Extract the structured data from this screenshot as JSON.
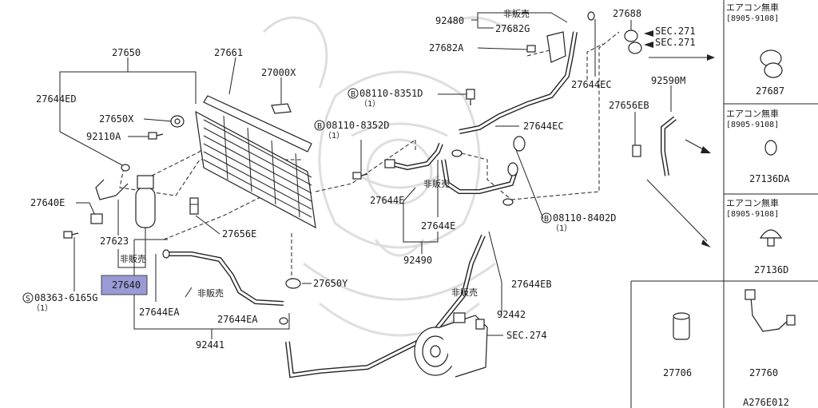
{
  "labels": {
    "l27650": "27650",
    "l27661": "27661",
    "l27000x": "27000X",
    "l27644ed": "27644ED",
    "l27650x": "27650X",
    "l92110a": "92110A",
    "l27640e": "27640E",
    "l27623": "27623",
    "nohanbai1": "非販売",
    "l27640": "27640",
    "s08363a": "08363-6165G",
    "s08363b": "（1）",
    "l27656e": "27656E",
    "l27644ea1": "27644EA",
    "nohanbai2": "非販売",
    "l27644ea2": "27644EA",
    "l92441": "92441",
    "l27650y": "27650Y",
    "b8352a": "08110-8352D",
    "b8352b": "（1）",
    "l27644d": "27644E",
    "nohanbai3": "非販売",
    "l27644e": "27644E",
    "l92490": "92490",
    "b8351a": "08110-8351D",
    "b8351b": "（1）",
    "l92480": "92480",
    "nohanbai4": "非販売",
    "l27682g": "27682G",
    "l27682a": "27682A",
    "l27688": "27688",
    "sec271a": "SEC.271",
    "sec271b": "SEC.271",
    "l27644ec1": "27644EC",
    "l27644ec2": "27644EC",
    "l92590m": "92590M",
    "l27656eb": "27656EB",
    "b8402a": "08110-8402D",
    "b8402b": "（1）",
    "nohanbai5": "非販売",
    "l27644eb": "27644EB",
    "l92442": "92442",
    "sec274": "SEC.274",
    "p1_title": "エアコン無車",
    "p1_range": "[8905-9108]",
    "p1_part": "27687",
    "p2_title": "エアコン無車",
    "p2_range": "[8905-9108]",
    "p2_part": "27136DA",
    "p3_title": "エアコン無車",
    "p3_range": "[8905-9108]",
    "p3_part": "27136D",
    "b_part1": "27706",
    "b_part2": "27760",
    "code": "A276E012",
    "b_sym": "B",
    "s_sym": "S"
  },
  "colors": {
    "highlight": "#9a9ad6",
    "line": "#222222",
    "watermark": "#dedede"
  }
}
